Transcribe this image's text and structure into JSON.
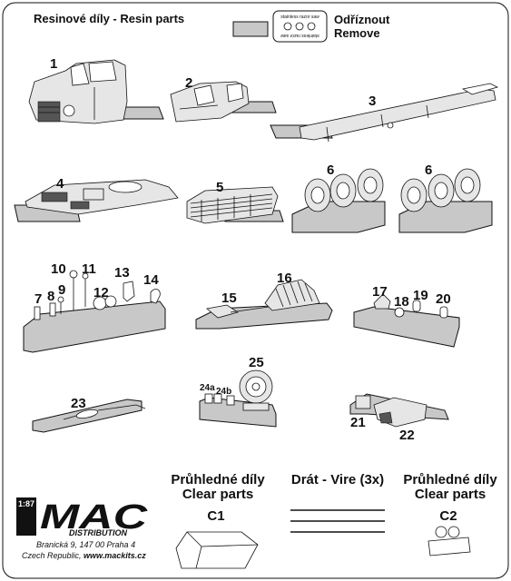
{
  "header": {
    "title": "Resinové díly - Resin parts",
    "legend_saw_top": "stainless razor saw",
    "legend_saw_bottom": "stainless razor saw",
    "legend_cut_cs": "Odříznout",
    "legend_cut_en": "Remove"
  },
  "parts": {
    "p1": "1",
    "p2": "2",
    "p3": "3",
    "p4": "4",
    "p5": "5",
    "p6a": "6",
    "p6b": "6",
    "p7": "7",
    "p8": "8",
    "p9": "9",
    "p10": "10",
    "p11": "11",
    "p12": "12",
    "p13": "13",
    "p14": "14",
    "p15": "15",
    "p16": "16",
    "p17": "17",
    "p18": "18",
    "p19": "19",
    "p20": "20",
    "p21": "21",
    "p22": "22",
    "p23": "23",
    "p24a": "24a",
    "p24b": "24b",
    "p25": "25"
  },
  "clear_left": {
    "title_cs": "Průhledné díly",
    "title_en": "Clear parts",
    "code": "C1"
  },
  "wire": {
    "title": "Drát - Vire (3x)"
  },
  "clear_right": {
    "title_cs": "Průhledné díly",
    "title_en": "Clear parts",
    "code": "C2"
  },
  "company": {
    "scale": "1:87",
    "logo_text": "MAC",
    "subtitle": "DISTRIBUTION",
    "address_line1": "Branická 9, 147 00 Praha 4",
    "address_prefix": "Czech Republic, ",
    "website": "www.mackits.cz"
  },
  "colors": {
    "runner": "#c8c8c8",
    "ink": "#111111"
  }
}
